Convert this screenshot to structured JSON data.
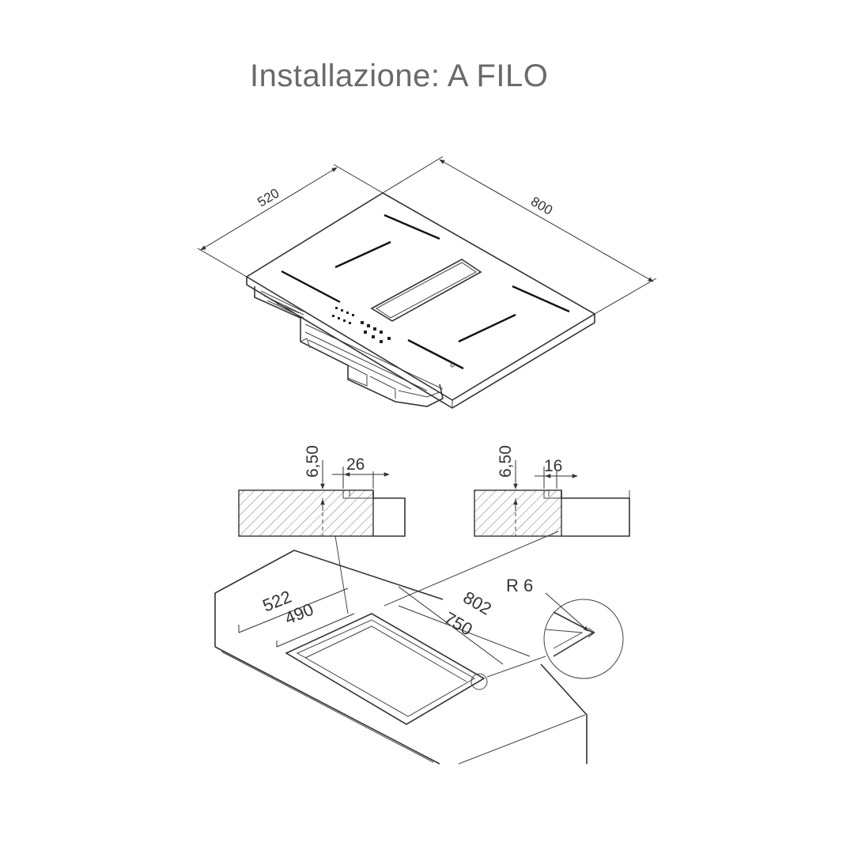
{
  "title": "Installazione: A FILO",
  "hob": {
    "width_label": "800",
    "depth_label": "520"
  },
  "sections": {
    "left": {
      "thickness_label": "6,50",
      "offset_label": "26"
    },
    "right": {
      "thickness_label": "6,50",
      "offset_label": "16"
    }
  },
  "cutout": {
    "outer_depth_label": "522",
    "inner_depth_label": "490",
    "outer_width_label": "802",
    "inner_width_label": "750",
    "corner_radius_label": "R 6"
  },
  "colors": {
    "line": "#333333",
    "title": "#6a6a6a",
    "hatch": "#777777"
  }
}
